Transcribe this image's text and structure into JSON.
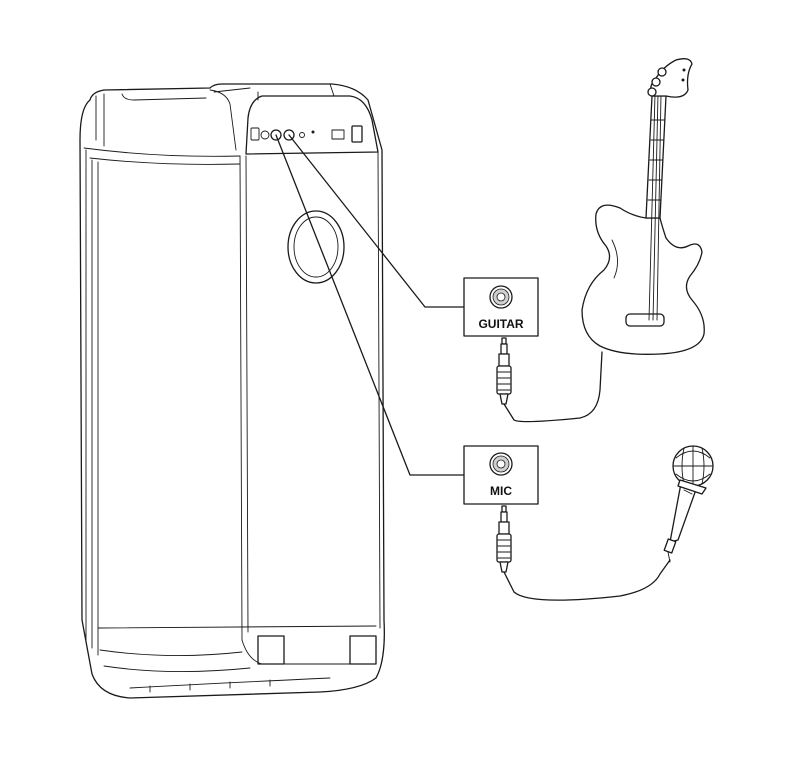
{
  "labels": {
    "guitar": "GUITAR",
    "mic": "MIC"
  },
  "icons": [
    "speaker-cabinet",
    "guitar-icon",
    "microphone-icon",
    "audio-jack-icon",
    "cable"
  ],
  "colors": {
    "line": "#1a1a1a",
    "background": "#ffffff"
  }
}
